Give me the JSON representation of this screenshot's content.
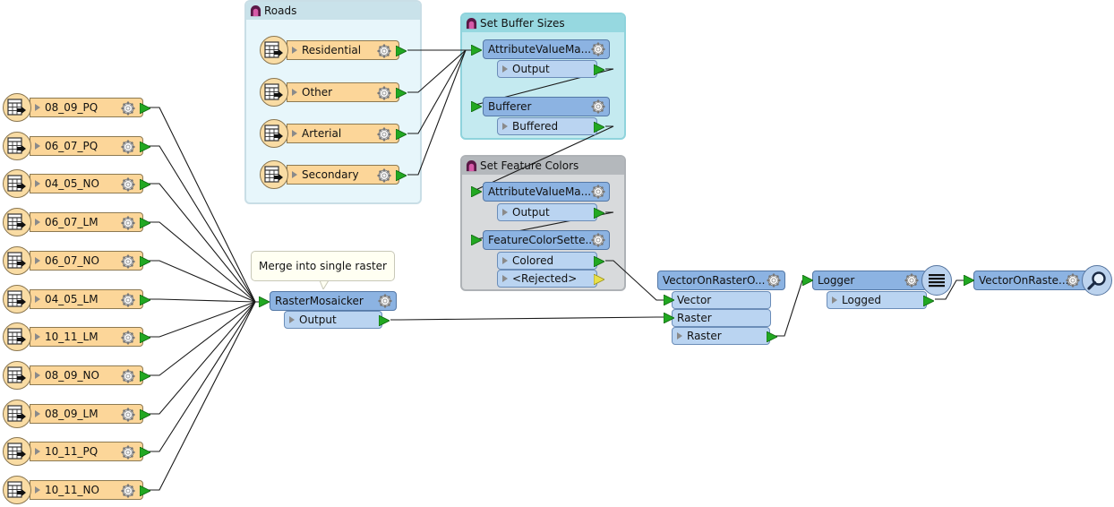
{
  "bookmarks": {
    "roads": "Roads",
    "buffer": "Set Buffer Sizes",
    "colors": "Set Feature Colors"
  },
  "readers": {
    "r1": "08_09_PQ",
    "r2": "06_07_PQ",
    "r3": "04_05_NO",
    "r4": "06_07_LM",
    "r5": "06_07_NO",
    "r6": "04_05_LM",
    "r7": "10_11_LM",
    "r8": "08_09_NO",
    "r9": "08_09_LM",
    "r10": "10_11_PQ",
    "r11": "10_11_NO",
    "residential": "Residential",
    "other": "Other",
    "arterial": "Arterial",
    "secondary": "Secondary"
  },
  "transformers": {
    "avm1": "AttributeValueMa...",
    "avm1_out": "Output",
    "bufferer": "Bufferer",
    "bufferer_out": "Buffered",
    "avm2": "AttributeValueMa...",
    "avm2_out": "Output",
    "fcs": "FeatureColorSette...",
    "fcs_colored": "Colored",
    "fcs_rejected": "<Rejected>",
    "mosaicker": "RasterMosaicker",
    "mosaicker_out": "Output",
    "vor": "VectorOnRasterO...",
    "vor_in_vector": "Vector",
    "vor_in_raster": "Raster",
    "vor_out": "Raster",
    "logger": "Logger",
    "logger_out": "Logged",
    "inspector": "VectorOnRaste..."
  },
  "annotation": {
    "text": "Merge into single raster"
  },
  "colors": {
    "reader": "#fcd699",
    "transformer": "#8cb3e2",
    "port": "#bad4f1",
    "output_port": "#22a822",
    "rejected_port": "#e8e04a"
  },
  "icons": {
    "reader": "table-reader-icon",
    "gear": "gear-icon",
    "bookmark": "bookmark-icon",
    "logger": "list-lines-icon",
    "inspector": "magnifier-icon"
  }
}
